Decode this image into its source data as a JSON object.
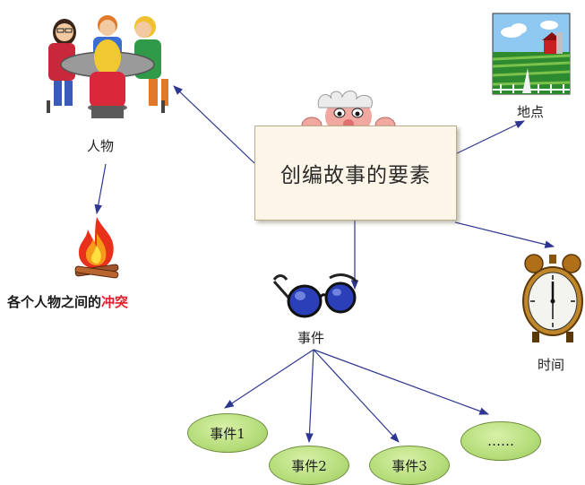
{
  "central": {
    "title": "创编故事的要素"
  },
  "nodes": {
    "characters": "人物",
    "place": "地点",
    "time": "时间",
    "events": "事件",
    "conflict": {
      "text": "各个人物之间的",
      "accent": "冲突"
    }
  },
  "sub_events": [
    "事件1",
    "事件2",
    "事件3",
    "……"
  ],
  "colors": {
    "arrow": "#2f3690",
    "central_fill": "#fdf6e8",
    "ellipse_fill": "#b5dd7a",
    "accent_red": "#e0202a"
  },
  "icons": {
    "characters": "people-at-table-icon",
    "place": "farm-landscape-icon",
    "time": "alarm-clock-icon",
    "events": "eyeglasses-icon",
    "conflict": "campfire-icon",
    "mascot": "peeking-professor-icon"
  }
}
